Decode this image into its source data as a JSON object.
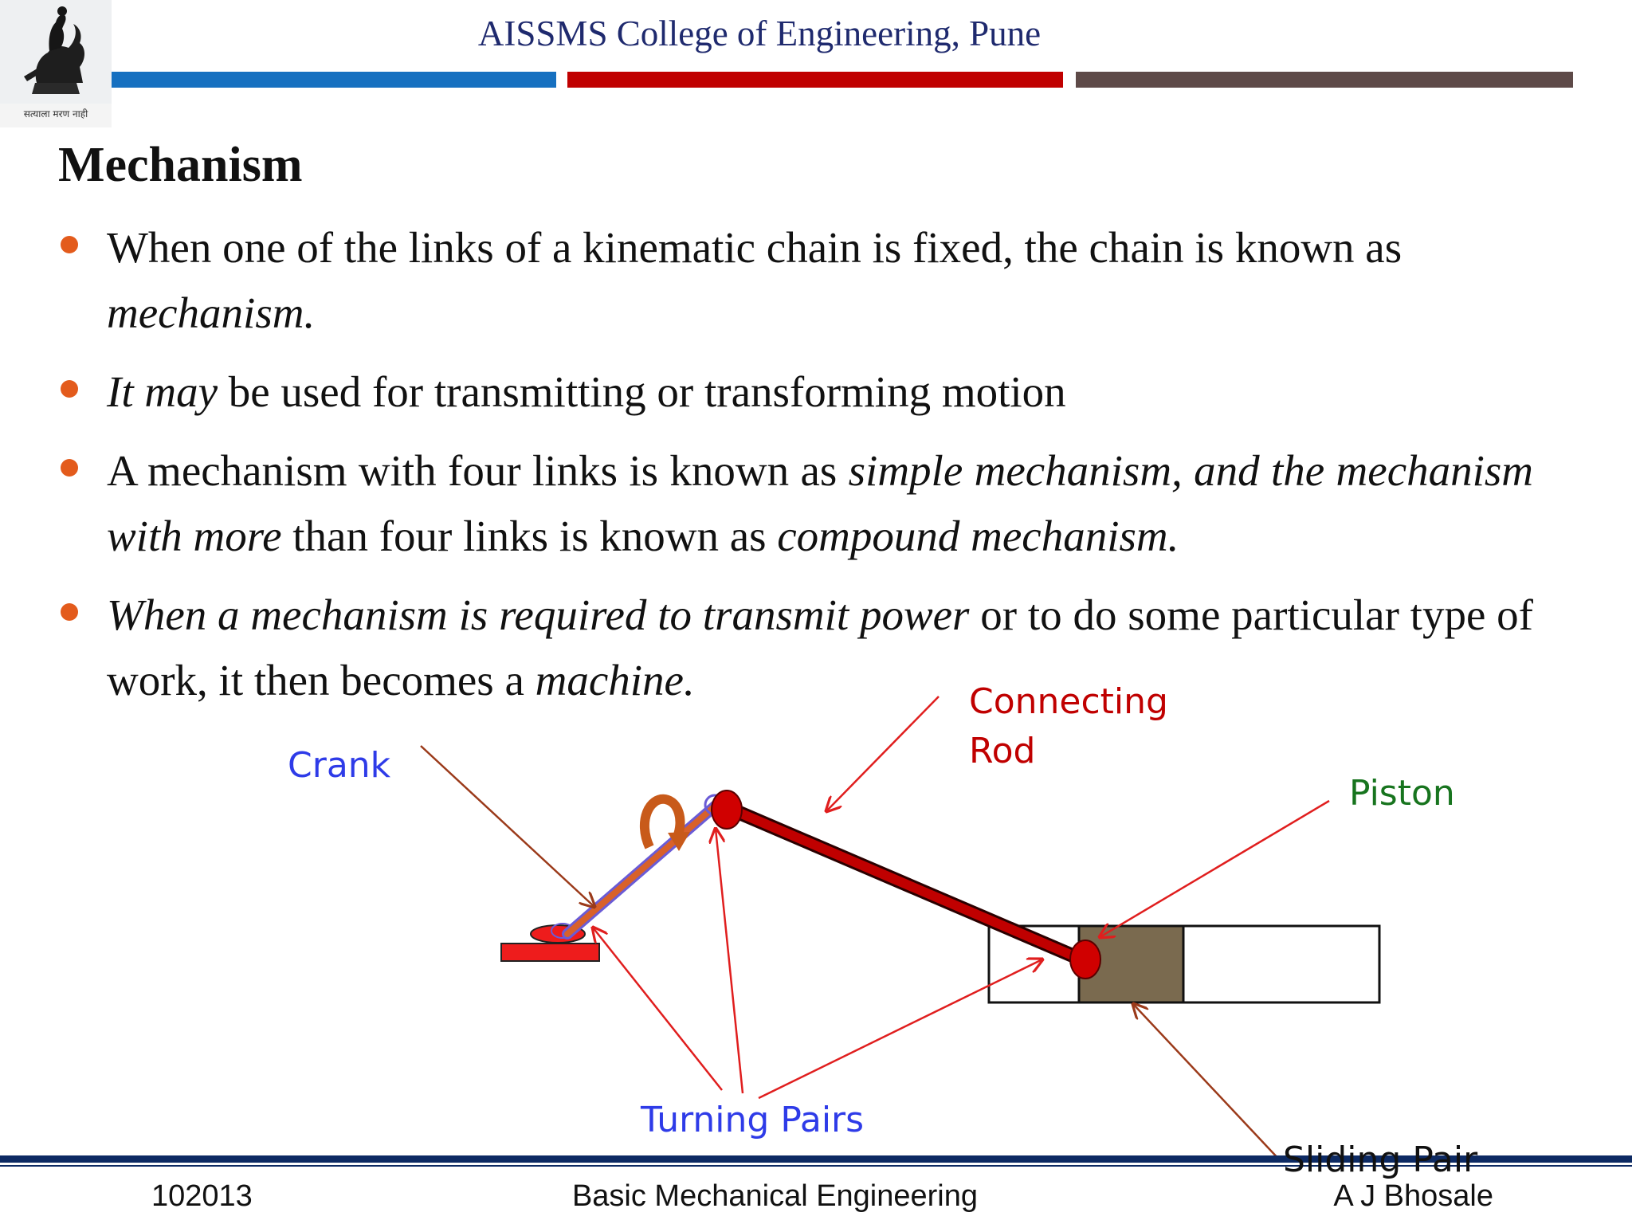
{
  "header": {
    "title": "AISSMS College of Engineering, Pune",
    "logo_motto": "सत्याला मरण नाही"
  },
  "slide": {
    "title": "Mechanism",
    "bullets": [
      {
        "parts": [
          "When one of the links of a kinematic chain is fixed, the chain is known as ",
          "mechanism."
        ]
      },
      {
        "parts": [
          "It may",
          " be used for transmitting or transforming motion"
        ]
      },
      {
        "parts": [
          "A mechanism with four links is known as ",
          "simple mechanism, and the mechanism with more",
          " than four links is known as ",
          "compound mechanism."
        ]
      },
      {
        "parts": [
          "When a mechanism is required to transmit power",
          " or to do some particular type of work, it then becomes a ",
          "machine."
        ]
      }
    ]
  },
  "diagram": {
    "labels": {
      "crank": "Crank",
      "connecting_rod_line1": "Connecting",
      "connecting_rod_line2": "Rod",
      "piston": "Piston",
      "turning_pairs": "Turning Pairs",
      "sliding_pair": "Sliding Pair"
    },
    "colors": {
      "crank_label": "#2e3be8",
      "rod_label": "#c00000",
      "piston_label": "#17741e",
      "arrow_red": "#e01e1e",
      "arrow_brown": "#9b3a1a",
      "piston_fill": "#7a6a4f"
    }
  },
  "footer": {
    "code": "102013",
    "course": "Basic Mechanical Engineering",
    "author": "A J Bhosale"
  }
}
